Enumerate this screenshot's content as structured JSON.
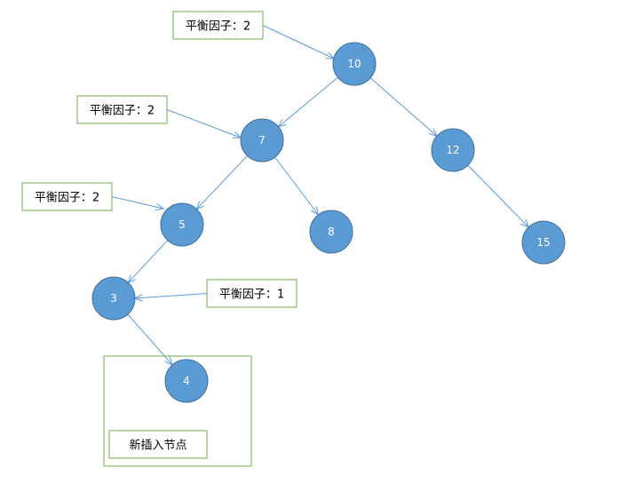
{
  "tree": {
    "nodes": [
      {
        "id": "n10",
        "label": "10"
      },
      {
        "id": "n7",
        "label": "7"
      },
      {
        "id": "n12",
        "label": "12"
      },
      {
        "id": "n5",
        "label": "5"
      },
      {
        "id": "n8",
        "label": "8"
      },
      {
        "id": "n15",
        "label": "15"
      },
      {
        "id": "n3",
        "label": "3"
      },
      {
        "id": "n4",
        "label": "4"
      }
    ],
    "edges": [
      {
        "from": "n10",
        "to": "n7"
      },
      {
        "from": "n10",
        "to": "n12"
      },
      {
        "from": "n7",
        "to": "n5"
      },
      {
        "from": "n7",
        "to": "n8"
      },
      {
        "from": "n12",
        "to": "n15"
      },
      {
        "from": "n5",
        "to": "n3"
      },
      {
        "from": "n3",
        "to": "n4"
      }
    ]
  },
  "annotations": [
    {
      "id": "bf10",
      "text": "平衡因子：2",
      "target": "n10"
    },
    {
      "id": "bf7",
      "text": "平衡因子：2",
      "target": "n7"
    },
    {
      "id": "bf5",
      "text": "平衡因子：2",
      "target": "n5"
    },
    {
      "id": "bf3",
      "text": "平衡因子：1",
      "target": "n3"
    }
  ],
  "new_node_group": {
    "caption": "新插入节点",
    "node": "n4"
  },
  "colors": {
    "node_fill": "#5b9bd5",
    "node_stroke": "#41719c",
    "edge": "#5b9bd5",
    "box_border": "#70ad47"
  }
}
